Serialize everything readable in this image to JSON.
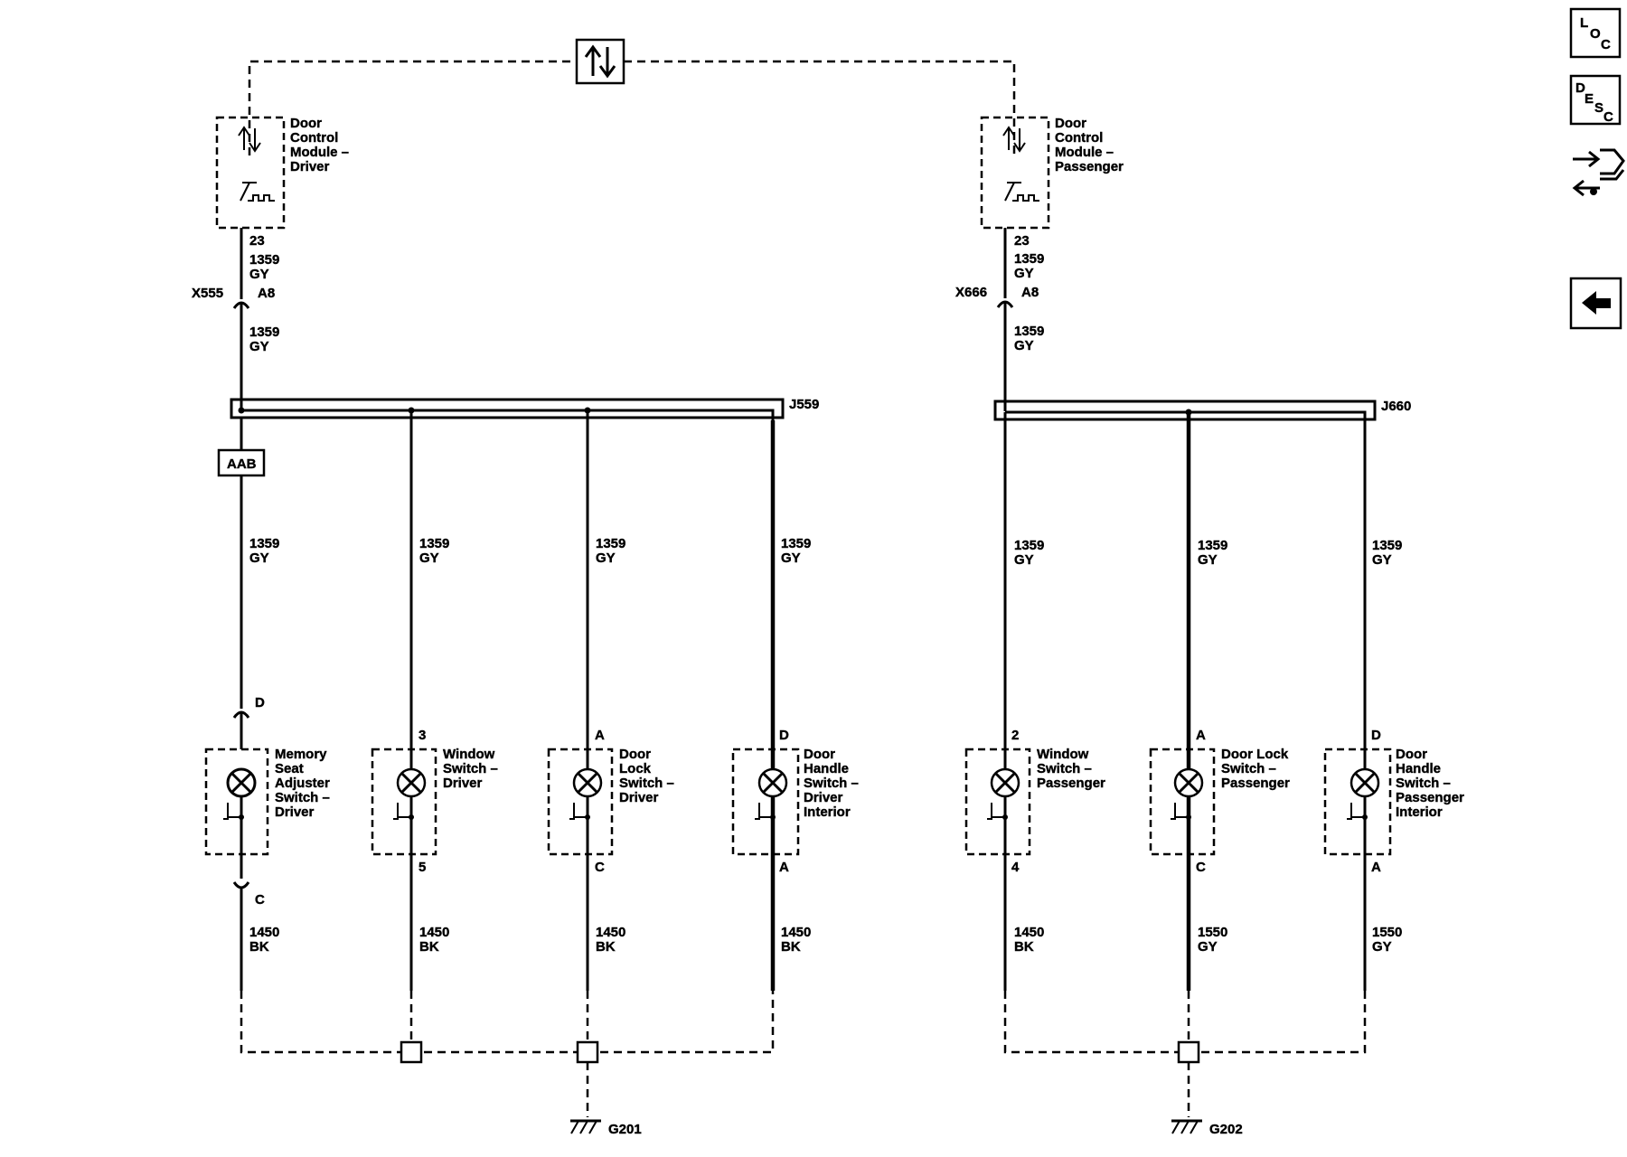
{
  "sidebar": {
    "loc": {
      "letters": [
        "L",
        "O",
        "C"
      ]
    },
    "desc": {
      "letters": [
        "D",
        "E",
        "S",
        "C"
      ]
    },
    "connector_icon": "connector-end-view-icon",
    "back_icon": "back-arrow-icon"
  },
  "modules": {
    "driver": {
      "lines": [
        "Door",
        "Control",
        "Module –",
        "Driver"
      ],
      "pin": "23"
    },
    "passenger": {
      "lines": [
        "Door",
        "Control",
        "Module –",
        "Passenger"
      ],
      "pin": "23"
    }
  },
  "connectors": {
    "driver": {
      "name": "X555",
      "pin": "A8"
    },
    "passenger": {
      "name": "X666",
      "pin": "A8"
    }
  },
  "splices": {
    "driver": "J559",
    "passenger": "J660",
    "aab": "AAB"
  },
  "wire_labels": {
    "w_1359_gy": [
      "1359",
      "GY"
    ],
    "w_1450_bk": [
      "1450",
      "BK"
    ],
    "w_1550_gy": [
      "1550",
      "GY"
    ]
  },
  "switches": [
    {
      "id": "memory-seat",
      "lines": [
        "Memory",
        "Seat",
        "Adjuster",
        "Switch –",
        "Driver"
      ],
      "top_pin": "D",
      "bottom_pin": "C"
    },
    {
      "id": "window-driver",
      "lines": [
        "Window",
        "Switch –",
        "Driver"
      ],
      "top_pin": "3",
      "bottom_pin": "5"
    },
    {
      "id": "door-lock-driver",
      "lines": [
        "Door",
        "Lock",
        "Switch –",
        "Driver"
      ],
      "top_pin": "A",
      "bottom_pin": "C"
    },
    {
      "id": "door-handle-driver",
      "lines": [
        "Door",
        "Handle",
        "Switch –",
        "Driver",
        "Interior"
      ],
      "top_pin": "D",
      "bottom_pin": "A"
    },
    {
      "id": "window-passenger",
      "lines": [
        "Window",
        "Switch –",
        "Passenger"
      ],
      "top_pin": "2",
      "bottom_pin": "4"
    },
    {
      "id": "door-lock-passenger",
      "lines": [
        "Door Lock",
        "Switch –",
        "Passenger"
      ],
      "top_pin": "A",
      "bottom_pin": "C"
    },
    {
      "id": "door-handle-passenger",
      "lines": [
        "Door",
        "Handle",
        "Switch –",
        "Passenger",
        "Interior"
      ],
      "top_pin": "D",
      "bottom_pin": "A"
    }
  ],
  "grounds": {
    "driver": "G201",
    "passenger": "G202"
  }
}
